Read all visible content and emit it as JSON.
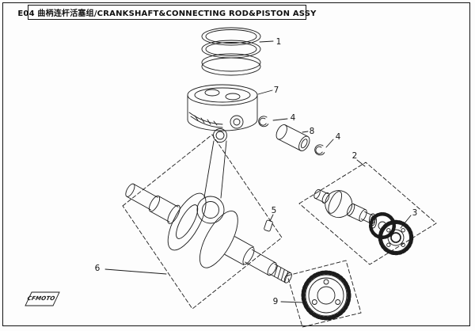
{
  "title": "E04 曲柄连杆活塞组/CRANKSHAFT&CONNECTING ROD&PISTON ASSY",
  "logo": "CFMOTO",
  "callouts": [
    {
      "label": "1"
    },
    {
      "label": "7"
    },
    {
      "label": "4"
    },
    {
      "label": "8"
    },
    {
      "label": "4"
    },
    {
      "label": "2"
    },
    {
      "label": "3"
    },
    {
      "label": "5"
    },
    {
      "label": "6"
    },
    {
      "label": "9"
    }
  ]
}
